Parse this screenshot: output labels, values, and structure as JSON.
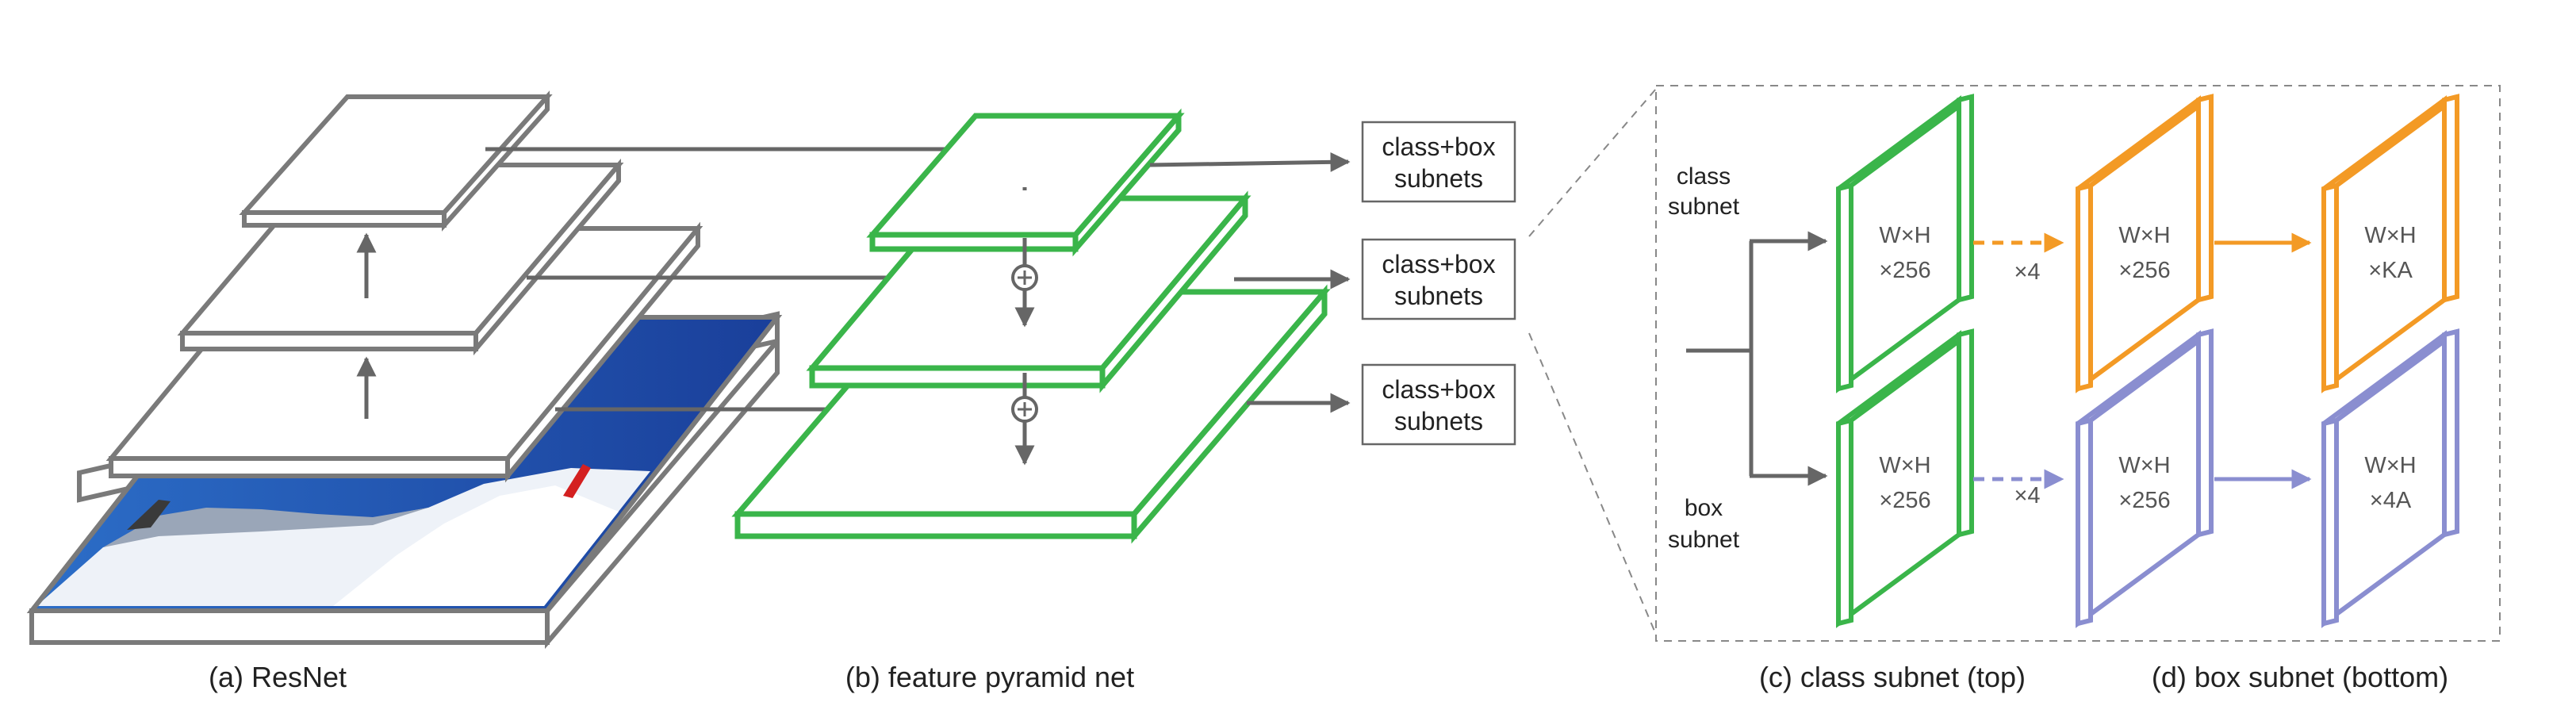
{
  "captions": {
    "resnet": "(a) ResNet",
    "fpn": "(b) feature pyramid net",
    "class_subnet": "(c) class subnet (top)",
    "box_subnet": "(d) box subnet (bottom)"
  },
  "subnet_boxes": [
    "class+box\nsubnets",
    "class+box\nsubnets",
    "class+box\nsubnets"
  ],
  "subnet_box_lines": [
    "class+box",
    "subnets"
  ],
  "head_labels": {
    "class": [
      "class",
      "subnet"
    ],
    "box": [
      "box",
      "subnet"
    ]
  },
  "repeat_label": "×4",
  "class_maps": [
    {
      "lines": [
        "W×H",
        "×256"
      ]
    },
    {
      "lines": [
        "W×H",
        "×256"
      ]
    },
    {
      "lines": [
        "W×H",
        "×KA"
      ]
    }
  ],
  "box_maps": [
    {
      "lines": [
        "W×H",
        "×256"
      ]
    },
    {
      "lines": [
        "W×H",
        "×256"
      ]
    },
    {
      "lines": [
        "W×H",
        "×4A"
      ]
    }
  ],
  "colors": {
    "resnet": "#7a7a7a",
    "fpn": "#3ab54a",
    "class_head": "#f39a25",
    "box_head": "#8a8ed0",
    "arrow": "#666666"
  }
}
